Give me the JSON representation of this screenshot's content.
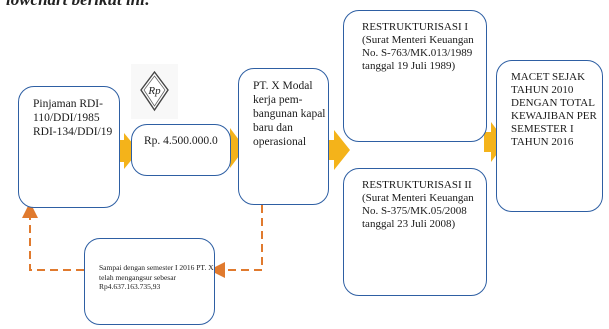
{
  "top_text": "lowchart berikut ini:",
  "boxes": {
    "loan": "Pinjaman RDI-110/DDI/1985 RDI-134/DDI/19",
    "amount": "Rp. 4.500.000.0",
    "company": "PT. X Modal kerja pem-bangunan kapal baru dan operasional",
    "restructuring1": "RESTRUKTURISASI I (Surat Menteri Keuangan No. S-763/MK.013/1989 tanggal 19 Juli 1989)",
    "restructuring2": "RESTRUKTURISASI II (Surat Menteri Keuangan No. S-375/MK.05/2008 tanggal 23 Juli 2008)",
    "result": "MACET SEJAK TAHUN 2010 DENGAN TOTAL KEWAJIBAN PER SEMESTER I TAHUN 2016",
    "payment": "Sampai dengan semester I 2016 PT. X telah mengangsur sebesar Rp4.637.163.735,93"
  },
  "logo_text": "Rp",
  "colors": {
    "arrow": "#f4b31a",
    "border": "#2e5fa3",
    "dashed": "#e07a2e"
  }
}
